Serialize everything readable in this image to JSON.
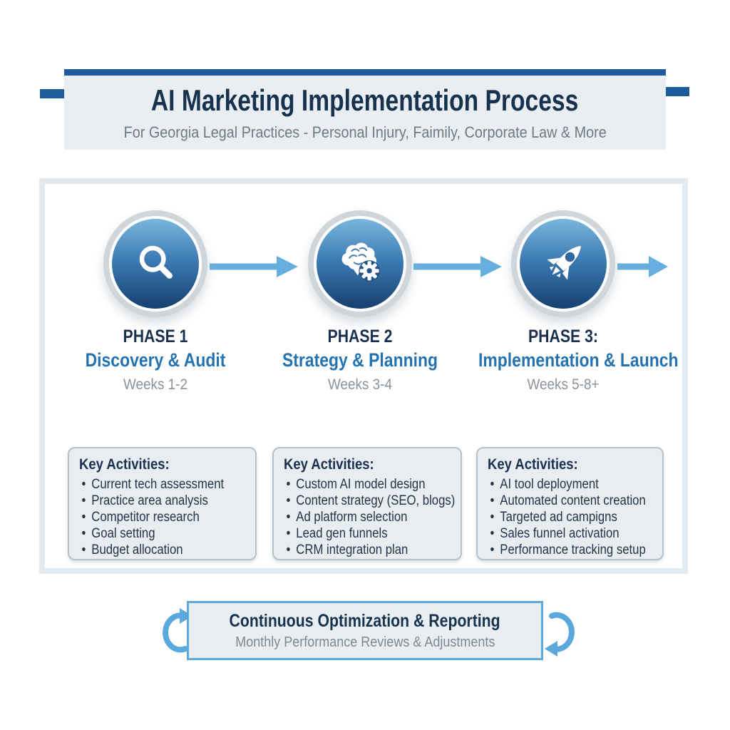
{
  "header": {
    "title": "AI Marketing Implementation Process",
    "subtitle": "For Georgia Legal Practices - Personal Injury, Faimily, Corporate Law & More"
  },
  "phases": [
    {
      "icon": "magnifier-icon",
      "label": "PHASE 1",
      "name": "Discovery & Audit",
      "weeks": "Weeks 1-2",
      "activities_title": "Key Activities:",
      "activities": [
        "Current tech assessment",
        "Practice area analysis",
        "Competitor research",
        "Goal setting",
        "Budget allocation"
      ]
    },
    {
      "icon": "brain-gear-icon",
      "label": "PHASE 2",
      "name": "Strategy & Planning",
      "weeks": "Weeks 3-4",
      "activities_title": "Key Activities:",
      "activities": [
        "Custom AI model design",
        "Content strategy (SEO, blogs)",
        "Ad platform selection",
        "Lead gen funnels",
        "CRM integration plan"
      ]
    },
    {
      "icon": "rocket-icon",
      "label": "PHASE 3:",
      "name": "Implementation & Launch",
      "weeks": "Weeks 5-8+",
      "activities_title": "Key Activities:",
      "activities": [
        "AI tool deployment",
        "Automated content creation",
        "Targeted ad campigns",
        "Sales funnel activation",
        "Performance tracking setup"
      ]
    }
  ],
  "footer_banner": {
    "title": "Continuous Optimization & Reporting",
    "subtitle": "Monthly Performance Reviews & Adjustments"
  },
  "colors": {
    "accent_dark_blue": "#1e5d9c",
    "navy_text": "#16324f",
    "phase_name_blue": "#2472b0",
    "muted_gray": "#7b8590",
    "arrow_blue": "#66aedd",
    "panel_border": "#e2eaef",
    "activity_box_bg": "#e8edf1",
    "activity_box_border": "#b5c0c8",
    "banner_border": "#5ba8dd",
    "circle_gradient_top": "#7ab7de",
    "circle_gradient_bottom": "#16406f"
  }
}
